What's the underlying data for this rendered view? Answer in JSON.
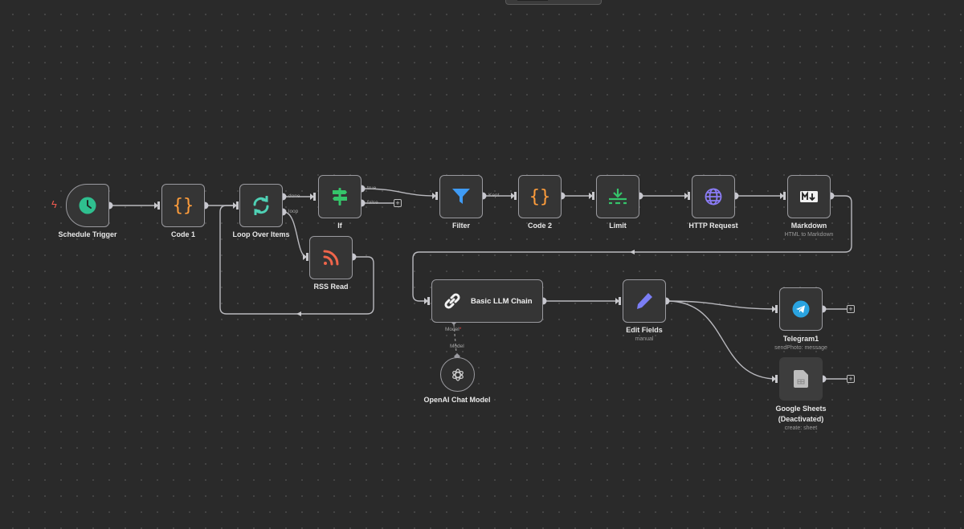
{
  "canvas": {
    "type": "workflow-editor",
    "theme": "dark"
  },
  "nodes": {
    "schedule_trigger": {
      "label": "Schedule Trigger",
      "icon": "clock-icon",
      "color": "#2fbf8f"
    },
    "code1": {
      "label": "Code 1",
      "icon": "code-braces-icon",
      "color": "#ff9d3b"
    },
    "loop": {
      "label": "Loop Over Items",
      "icon": "loop-arrows-icon",
      "color": "#4fd1b5",
      "outputs": [
        "done",
        "loop"
      ]
    },
    "if": {
      "label": "If",
      "icon": "signpost-icon",
      "color": "#35c46a",
      "outputs": [
        "true",
        "false"
      ]
    },
    "rss": {
      "label": "RSS Read",
      "icon": "rss-icon",
      "color": "#f0654b"
    },
    "filter": {
      "label": "Filter",
      "icon": "funnel-icon",
      "color": "#3f9bf5",
      "outputs": [
        "Kept"
      ]
    },
    "code2": {
      "label": "Code 2",
      "icon": "code-braces-icon",
      "color": "#ff9d3b"
    },
    "limit": {
      "label": "Limit",
      "icon": "limit-icon",
      "color": "#35c46a"
    },
    "http": {
      "label": "HTTP Request",
      "icon": "globe-icon",
      "color": "#8b7cf6"
    },
    "markdown": {
      "label": "Markdown",
      "subtitle": "HTML to Markdown",
      "icon": "markdown-icon"
    },
    "llm_chain": {
      "label": "Basic LLM Chain",
      "icon": "chain-link-icon",
      "input_port": "Model",
      "required": "*"
    },
    "openai": {
      "label": "OpenAI Chat Model",
      "icon": "openai-icon",
      "output_port": "Model"
    },
    "edit_fields": {
      "label": "Edit Fields",
      "subtitle": "manual",
      "icon": "pencil-icon",
      "color": "#7b7ef5"
    },
    "telegram": {
      "label": "Telegram1",
      "subtitle": "sendPhoto: message",
      "icon": "telegram-icon",
      "color": "#2aa3e0"
    },
    "sheets": {
      "label": "Google Sheets",
      "label2": "(Deactivated)",
      "subtitle": "create: sheet",
      "icon": "sheet-icon"
    }
  },
  "buttons": {
    "add": "+"
  },
  "trigger_marker": "ϟ"
}
